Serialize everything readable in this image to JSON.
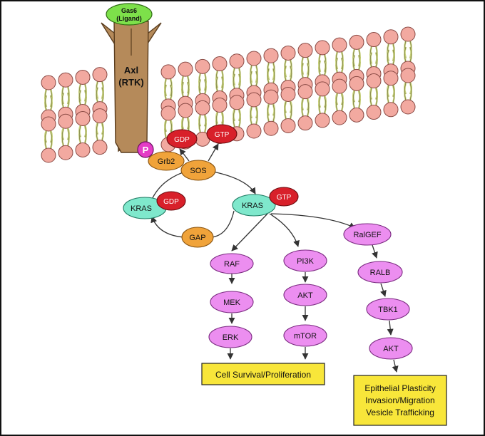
{
  "colors": {
    "lipid_head": "#f2a9a0",
    "lipid_tail": "#c7d17a",
    "receptor": "#b58a5a",
    "ligand": "#7de04a",
    "phospho": "#e43cc6",
    "adaptor": "#f0a33a",
    "nucleotide": "#d8202a",
    "kras": "#7fe8cc",
    "kinase": "#ec8ef0",
    "outcome_box": "#f8e63a"
  },
  "ligand": {
    "line1": "Gas6",
    "line2": "(Ligand)"
  },
  "receptor": {
    "line1": "Axl",
    "line2": "(RTK)"
  },
  "phospho_label": "P",
  "adaptor_labels": {
    "grb2": "Grb2",
    "sos": "SOS",
    "gap": "GAP"
  },
  "nucleotides": {
    "gdp_top": "GDP",
    "gtp_top": "GTP",
    "gdp_kras": "GDP",
    "gtp_kras": "GTP"
  },
  "kras": {
    "inactive": "KRAS",
    "active": "KRAS"
  },
  "pathways": {
    "mapk": [
      "RAF",
      "MEK",
      "ERK"
    ],
    "pi3k": [
      "PI3K",
      "AKT",
      "mTOR"
    ],
    "ral": [
      "RalGEF",
      "RALB",
      "TBK1",
      "AKT"
    ]
  },
  "outcomes": {
    "survival": "Cell Survival/Proliferation",
    "ral_line1": "Epithelial Plasticity",
    "ral_line2": "Invasion/Migration",
    "ral_line3": "Vesicle Trafficking"
  }
}
